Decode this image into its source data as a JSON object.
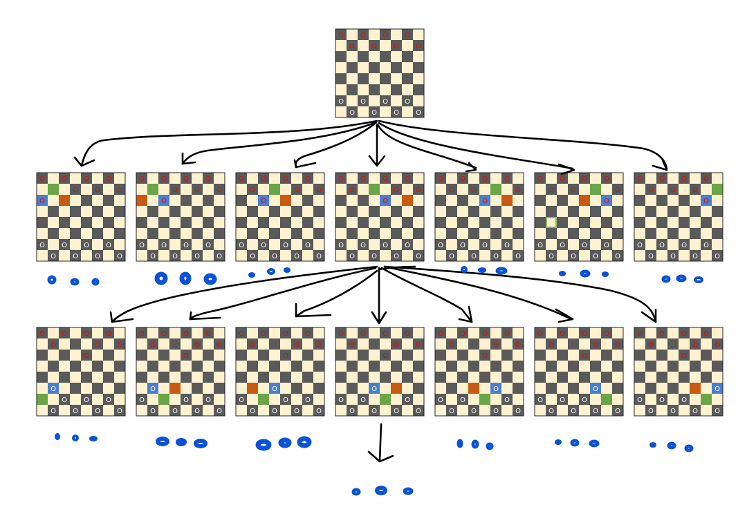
{
  "colors": {
    "light": "#fff2d0",
    "dark": "#5a5a5a",
    "border": "#222222",
    "red_piece": "#d01010",
    "white_piece": "#ffffff",
    "from_square": "#6aa548",
    "to_square": "#c85a12",
    "selected_square": "#4a7ed0",
    "ink": "#000000",
    "annotation": "#0a52d8"
  },
  "piece_glyph": "O",
  "boards": {
    "root": {
      "red": [
        [
          0,
          0
        ],
        [
          0,
          2
        ],
        [
          0,
          4
        ],
        [
          0,
          6
        ],
        [
          1,
          1
        ],
        [
          1,
          3
        ],
        [
          1,
          5
        ],
        [
          1,
          7
        ]
      ],
      "white": [
        [
          6,
          0
        ],
        [
          6,
          2
        ],
        [
          6,
          4
        ],
        [
          6,
          6
        ],
        [
          7,
          1
        ],
        [
          7,
          3
        ],
        [
          7,
          5
        ],
        [
          7,
          7
        ]
      ],
      "green": [],
      "orange": [],
      "blue": []
    },
    "level1": [
      {
        "red": [
          [
            0,
            0
          ],
          [
            0,
            2
          ],
          [
            0,
            4
          ],
          [
            0,
            6
          ],
          [
            1,
            3
          ],
          [
            1,
            5
          ],
          [
            1,
            7
          ],
          [
            2,
            0
          ]
        ],
        "white": [
          [
            6,
            0
          ],
          [
            6,
            2
          ],
          [
            6,
            4
          ],
          [
            6,
            6
          ],
          [
            7,
            1
          ],
          [
            7,
            3
          ],
          [
            7,
            5
          ],
          [
            7,
            7
          ]
        ],
        "green": [
          [
            1,
            1
          ]
        ],
        "orange": [
          [
            2,
            2
          ]
        ],
        "blue": [
          [
            2,
            0
          ]
        ]
      },
      {
        "red": [
          [
            0,
            0
          ],
          [
            0,
            2
          ],
          [
            0,
            4
          ],
          [
            0,
            6
          ],
          [
            1,
            3
          ],
          [
            1,
            5
          ],
          [
            1,
            7
          ],
          [
            2,
            2
          ]
        ],
        "white": [
          [
            6,
            0
          ],
          [
            6,
            2
          ],
          [
            6,
            4
          ],
          [
            6,
            6
          ],
          [
            7,
            1
          ],
          [
            7,
            3
          ],
          [
            7,
            5
          ],
          [
            7,
            7
          ]
        ],
        "green": [
          [
            1,
            1
          ]
        ],
        "orange": [
          [
            2,
            0
          ]
        ],
        "blue": [
          [
            2,
            2
          ]
        ]
      },
      {
        "red": [
          [
            0,
            0
          ],
          [
            0,
            2
          ],
          [
            0,
            4
          ],
          [
            0,
            6
          ],
          [
            1,
            1
          ],
          [
            1,
            5
          ],
          [
            1,
            7
          ],
          [
            2,
            2
          ]
        ],
        "white": [
          [
            6,
            0
          ],
          [
            6,
            2
          ],
          [
            6,
            4
          ],
          [
            6,
            6
          ],
          [
            7,
            1
          ],
          [
            7,
            3
          ],
          [
            7,
            5
          ],
          [
            7,
            7
          ]
        ],
        "green": [
          [
            1,
            3
          ]
        ],
        "orange": [
          [
            2,
            4
          ]
        ],
        "blue": [
          [
            2,
            2
          ]
        ]
      },
      {
        "red": [
          [
            0,
            0
          ],
          [
            0,
            2
          ],
          [
            0,
            4
          ],
          [
            0,
            6
          ],
          [
            1,
            1
          ],
          [
            1,
            5
          ],
          [
            1,
            7
          ],
          [
            2,
            4
          ]
        ],
        "white": [
          [
            6,
            0
          ],
          [
            6,
            2
          ],
          [
            6,
            4
          ],
          [
            6,
            6
          ],
          [
            7,
            1
          ],
          [
            7,
            3
          ],
          [
            7,
            5
          ],
          [
            7,
            7
          ]
        ],
        "green": [
          [
            1,
            3
          ]
        ],
        "orange": [
          [
            2,
            6
          ]
        ],
        "blue": [
          [
            2,
            4
          ]
        ]
      },
      {
        "red": [
          [
            0,
            0
          ],
          [
            0,
            2
          ],
          [
            0,
            4
          ],
          [
            0,
            6
          ],
          [
            1,
            1
          ],
          [
            1,
            3
          ],
          [
            1,
            7
          ],
          [
            2,
            4
          ]
        ],
        "white": [
          [
            6,
            0
          ],
          [
            6,
            2
          ],
          [
            6,
            4
          ],
          [
            6,
            6
          ],
          [
            7,
            1
          ],
          [
            7,
            3
          ],
          [
            7,
            5
          ],
          [
            7,
            7
          ]
        ],
        "green": [
          [
            1,
            5
          ]
        ],
        "orange": [
          [
            2,
            6
          ]
        ],
        "blue": [
          [
            2,
            4
          ]
        ]
      },
      {
        "red": [
          [
            0,
            0
          ],
          [
            0,
            2
          ],
          [
            0,
            4
          ],
          [
            0,
            6
          ],
          [
            1,
            1
          ],
          [
            1,
            3
          ],
          [
            1,
            7
          ],
          [
            2,
            6
          ]
        ],
        "white": [
          [
            6,
            0
          ],
          [
            6,
            2
          ],
          [
            6,
            4
          ],
          [
            6,
            6
          ],
          [
            7,
            1
          ],
          [
            7,
            3
          ],
          [
            7,
            5
          ],
          [
            7,
            7
          ]
        ],
        "green": [
          [
            1,
            5
          ]
        ],
        "orange": [
          [
            2,
            4
          ]
        ],
        "blue": [
          [
            2,
            6
          ]
        ]
      },
      {
        "red": [
          [
            0,
            0
          ],
          [
            0,
            2
          ],
          [
            0,
            4
          ],
          [
            0,
            6
          ],
          [
            1,
            1
          ],
          [
            1,
            3
          ],
          [
            1,
            5
          ],
          [
            2,
            6
          ]
        ],
        "white": [
          [
            6,
            0
          ],
          [
            6,
            2
          ],
          [
            6,
            4
          ],
          [
            6,
            6
          ],
          [
            7,
            1
          ],
          [
            7,
            3
          ],
          [
            7,
            5
          ],
          [
            7,
            7
          ]
        ],
        "green": [
          [
            1,
            7
          ]
        ],
        "orange": [],
        "blue": [
          [
            2,
            6
          ]
        ]
      }
    ],
    "level2": [
      {
        "red": [
          [
            0,
            0
          ],
          [
            0,
            2
          ],
          [
            0,
            4
          ],
          [
            0,
            6
          ],
          [
            1,
            1
          ],
          [
            1,
            5
          ],
          [
            1,
            7
          ],
          [
            2,
            4
          ]
        ],
        "white": [
          [
            5,
            1
          ],
          [
            6,
            2
          ],
          [
            6,
            4
          ],
          [
            6,
            6
          ],
          [
            7,
            1
          ],
          [
            7,
            3
          ],
          [
            7,
            5
          ],
          [
            7,
            7
          ]
        ],
        "green": [
          [
            6,
            0
          ]
        ],
        "orange": [],
        "blue": [
          [
            5,
            1
          ]
        ]
      },
      {
        "red": [
          [
            0,
            0
          ],
          [
            0,
            2
          ],
          [
            0,
            4
          ],
          [
            0,
            6
          ],
          [
            1,
            1
          ],
          [
            1,
            5
          ],
          [
            1,
            7
          ],
          [
            2,
            4
          ]
        ],
        "white": [
          [
            5,
            1
          ],
          [
            6,
            0
          ],
          [
            6,
            4
          ],
          [
            6,
            6
          ],
          [
            7,
            1
          ],
          [
            7,
            3
          ],
          [
            7,
            5
          ],
          [
            7,
            7
          ]
        ],
        "green": [
          [
            6,
            2
          ]
        ],
        "orange": [
          [
            5,
            3
          ]
        ],
        "blue": [
          [
            5,
            1
          ]
        ]
      },
      {
        "red": [
          [
            0,
            0
          ],
          [
            0,
            2
          ],
          [
            0,
            4
          ],
          [
            0,
            6
          ],
          [
            1,
            1
          ],
          [
            1,
            5
          ],
          [
            1,
            7
          ],
          [
            2,
            4
          ]
        ],
        "white": [
          [
            5,
            3
          ],
          [
            6,
            0
          ],
          [
            6,
            4
          ],
          [
            6,
            6
          ],
          [
            7,
            1
          ],
          [
            7,
            3
          ],
          [
            7,
            5
          ],
          [
            7,
            7
          ]
        ],
        "green": [
          [
            6,
            2
          ]
        ],
        "orange": [
          [
            5,
            1
          ]
        ],
        "blue": [
          [
            5,
            3
          ]
        ]
      },
      {
        "red": [
          [
            0,
            0
          ],
          [
            0,
            2
          ],
          [
            0,
            4
          ],
          [
            0,
            6
          ],
          [
            1,
            1
          ],
          [
            1,
            5
          ],
          [
            1,
            7
          ],
          [
            2,
            4
          ]
        ],
        "white": [
          [
            5,
            3
          ],
          [
            6,
            0
          ],
          [
            6,
            2
          ],
          [
            6,
            6
          ],
          [
            7,
            1
          ],
          [
            7,
            3
          ],
          [
            7,
            5
          ],
          [
            7,
            7
          ]
        ],
        "green": [
          [
            6,
            4
          ]
        ],
        "orange": [
          [
            5,
            5
          ]
        ],
        "blue": [
          [
            5,
            3
          ]
        ]
      },
      {
        "red": [
          [
            0,
            0
          ],
          [
            0,
            2
          ],
          [
            0,
            4
          ],
          [
            0,
            6
          ],
          [
            1,
            1
          ],
          [
            1,
            5
          ],
          [
            1,
            7
          ],
          [
            2,
            4
          ]
        ],
        "white": [
          [
            5,
            5
          ],
          [
            6,
            0
          ],
          [
            6,
            2
          ],
          [
            6,
            6
          ],
          [
            7,
            1
          ],
          [
            7,
            3
          ],
          [
            7,
            5
          ],
          [
            7,
            7
          ]
        ],
        "green": [
          [
            6,
            4
          ]
        ],
        "orange": [
          [
            5,
            3
          ]
        ],
        "blue": [
          [
            5,
            5
          ]
        ]
      },
      {
        "red": [
          [
            0,
            0
          ],
          [
            0,
            2
          ],
          [
            0,
            4
          ],
          [
            0,
            6
          ],
          [
            1,
            1
          ],
          [
            1,
            5
          ],
          [
            1,
            7
          ],
          [
            2,
            4
          ]
        ],
        "white": [
          [
            5,
            5
          ],
          [
            6,
            0
          ],
          [
            6,
            2
          ],
          [
            6,
            4
          ],
          [
            7,
            1
          ],
          [
            7,
            3
          ],
          [
            7,
            5
          ],
          [
            7,
            7
          ]
        ],
        "green": [
          [
            6,
            6
          ]
        ],
        "orange": [],
        "blue": [
          [
            5,
            5
          ]
        ]
      },
      {
        "red": [
          [
            0,
            0
          ],
          [
            0,
            2
          ],
          [
            0,
            4
          ],
          [
            0,
            6
          ],
          [
            1,
            1
          ],
          [
            1,
            5
          ],
          [
            1,
            7
          ],
          [
            2,
            4
          ]
        ],
        "white": [
          [
            5,
            7
          ],
          [
            6,
            0
          ],
          [
            6,
            2
          ],
          [
            6,
            4
          ],
          [
            7,
            1
          ],
          [
            7,
            3
          ],
          [
            7,
            5
          ],
          [
            7,
            7
          ]
        ],
        "green": [
          [
            6,
            6
          ]
        ],
        "orange": [
          [
            5,
            5
          ]
        ],
        "blue": [
          [
            5,
            7
          ]
        ]
      }
    ]
  },
  "outline_square": {
    "board": "level1",
    "index": 5,
    "cell": [
      4,
      1
    ]
  }
}
